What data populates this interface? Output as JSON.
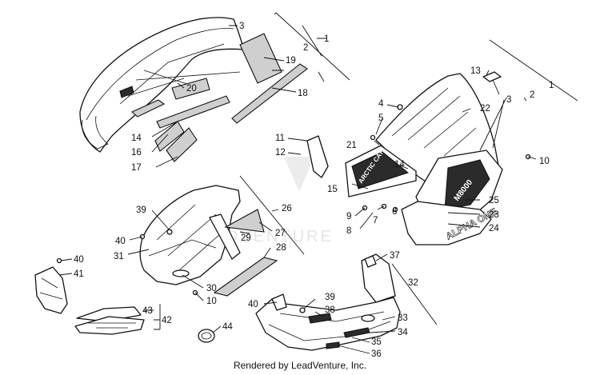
{
  "callouts": {
    "n1a": "1",
    "n2a": "2",
    "n3a": "3",
    "n19": "19",
    "n18": "18",
    "n20": "20",
    "n14a": "14",
    "n16": "16",
    "n17": "17",
    "n13": "13",
    "n1b": "1",
    "n2b": "2",
    "n3b": "3",
    "n22": "22",
    "n4": "4",
    "n5": "5",
    "n11": "11",
    "n12": "12",
    "n21": "21",
    "n14b": "14",
    "n15": "15",
    "n10a": "10",
    "n6": "6",
    "n7": "7",
    "n8": "8",
    "n9": "9",
    "n25": "25",
    "n23": "23",
    "n24": "24",
    "n39a": "39",
    "n26": "26",
    "n27": "27",
    "n29": "29",
    "n28": "28",
    "n40a": "40",
    "n31": "31",
    "n30": "30",
    "n10b": "10",
    "n40b": "40",
    "n41": "41",
    "n43": "43",
    "n42": "42",
    "n44": "44",
    "n37": "37",
    "n32": "32",
    "n39b": "39",
    "n40c": "40",
    "n38": "38",
    "n33": "33",
    "n34": "34",
    "n35": "35",
    "n36": "36"
  },
  "graphics": {
    "brand_side": "ARCTIC CAT",
    "nose_logo": "M8000",
    "model_side": "ALPHA ONE"
  },
  "watermark": "LEADVENTURE",
  "footer": "Rendered by LeadVenture, Inc."
}
